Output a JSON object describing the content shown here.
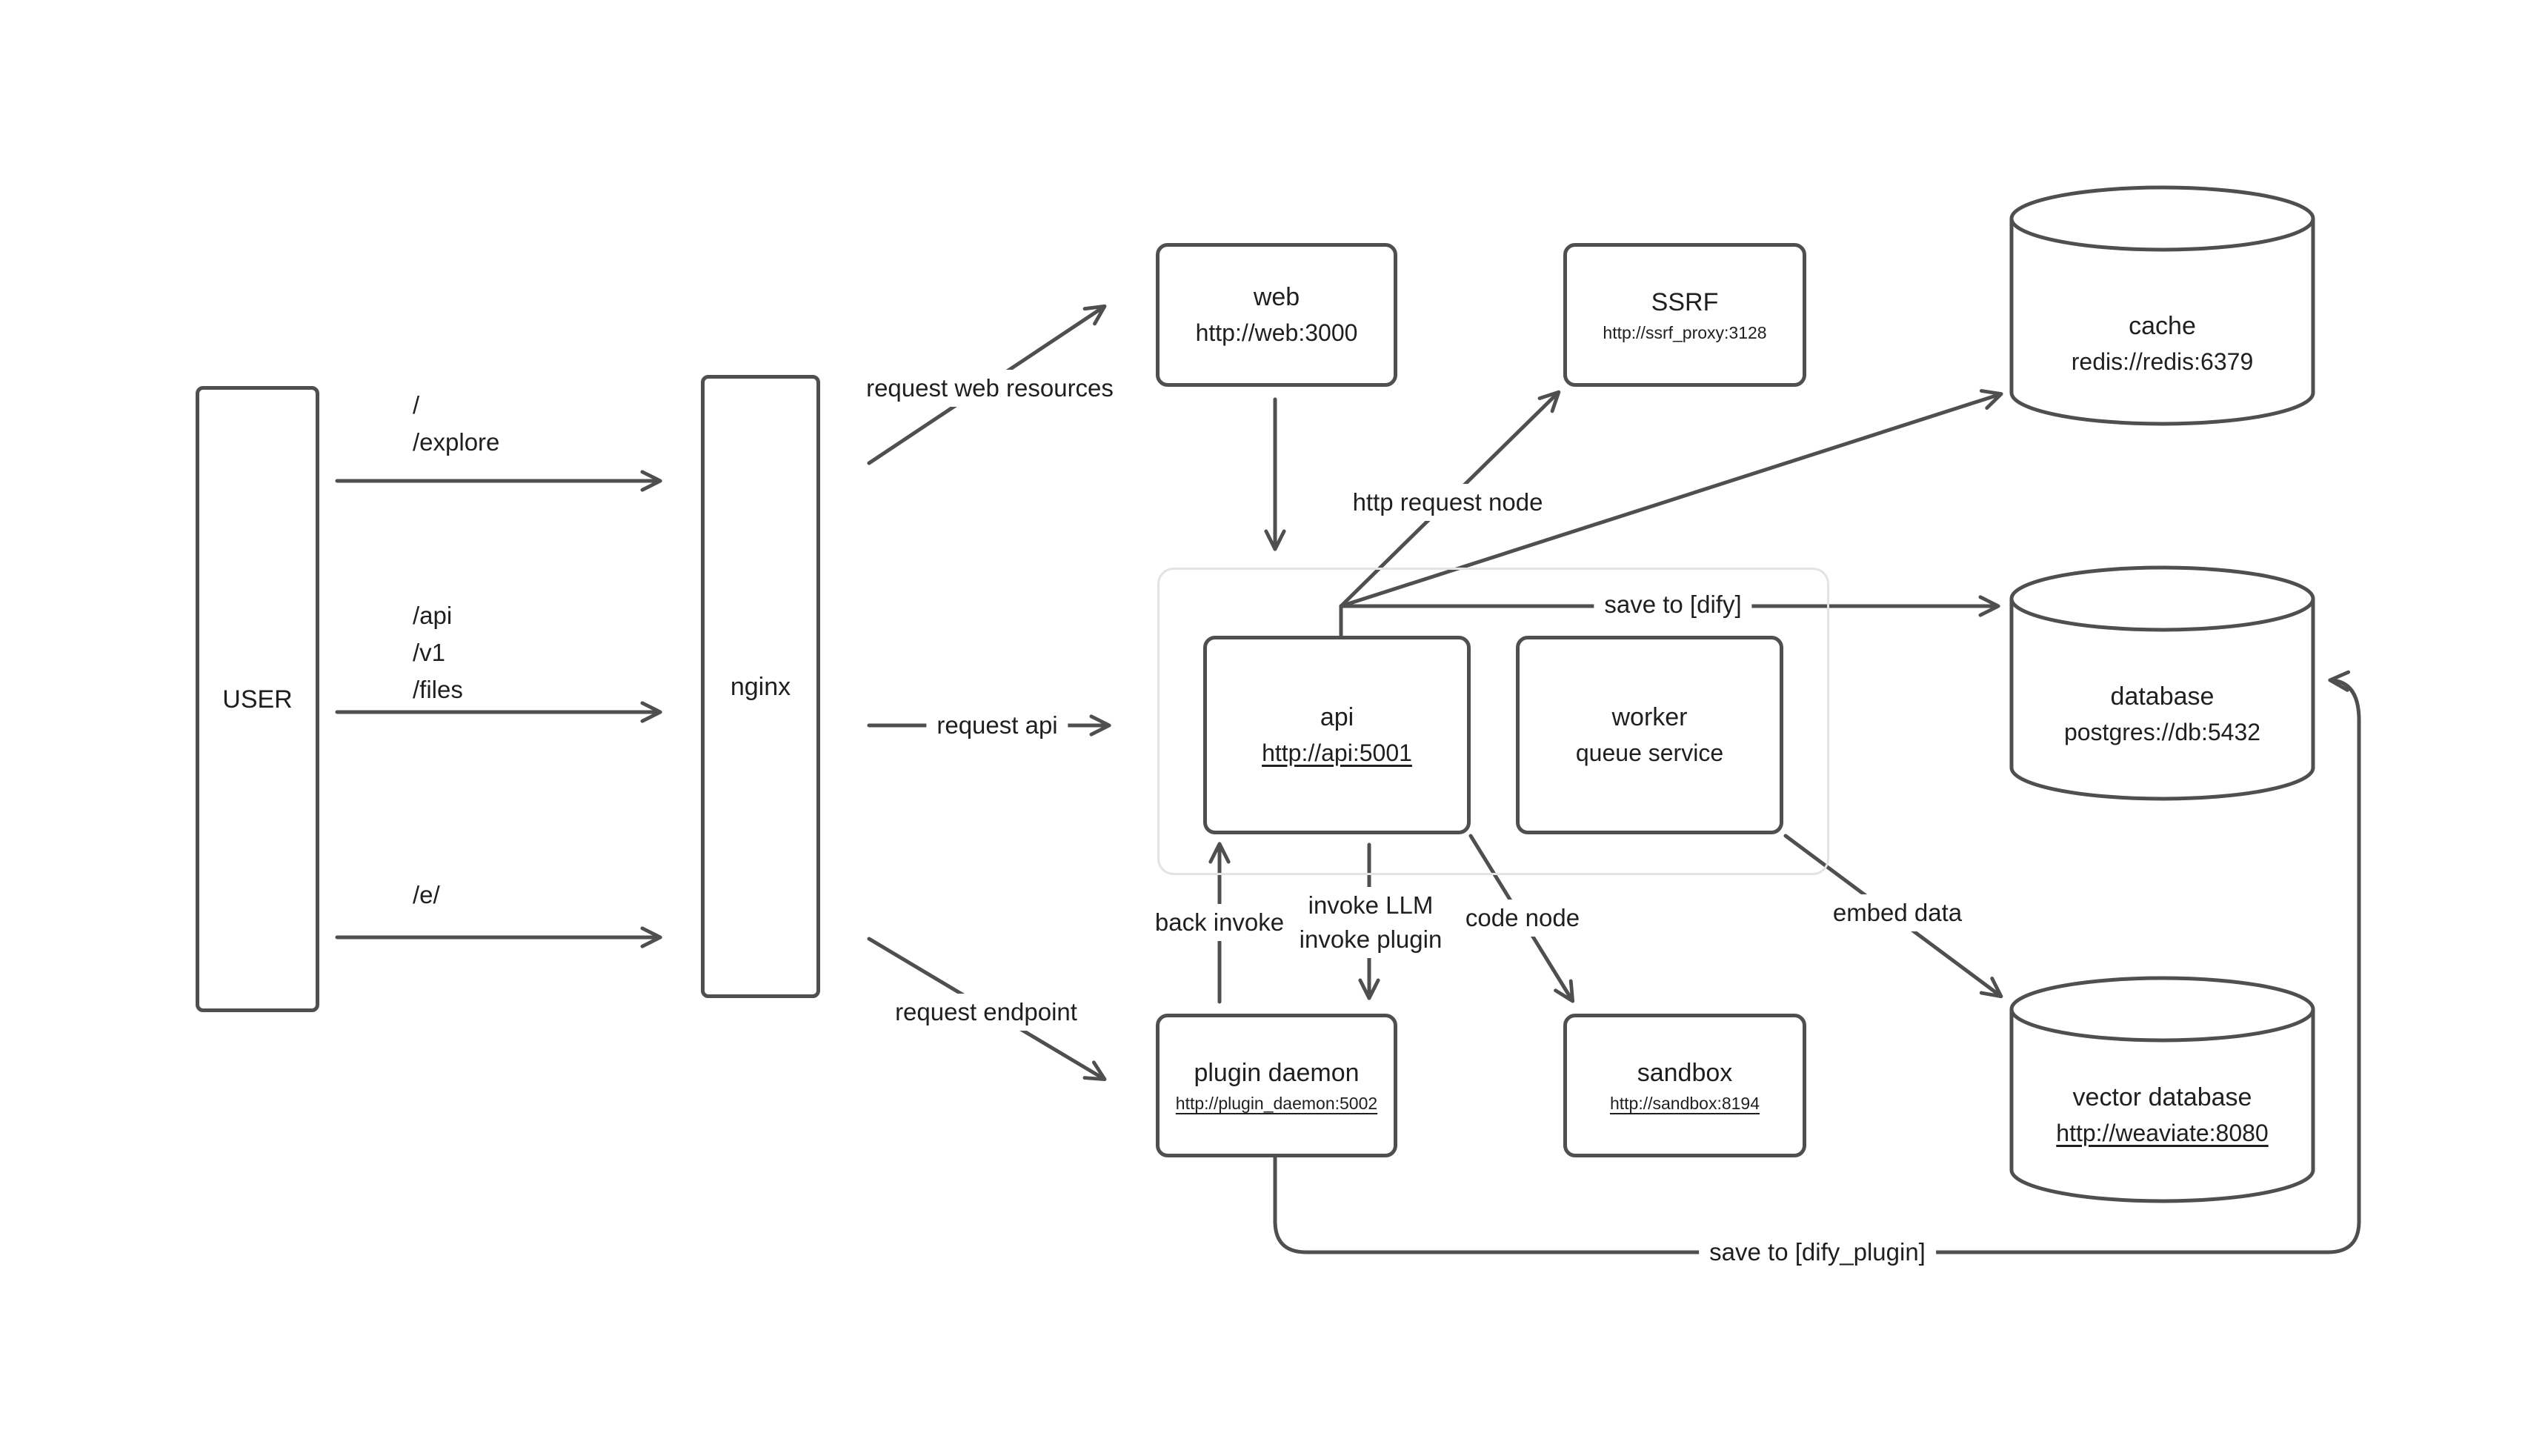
{
  "background": "#ffffff",
  "stroke_color": "#4f4f4f",
  "nodes": {
    "user": {
      "label": "USER"
    },
    "nginx": {
      "label": "nginx"
    },
    "web": {
      "title": "web",
      "subtitle": "http://web:3000"
    },
    "ssrf": {
      "title": "SSRF",
      "subtitle": "http://ssrf_proxy:3128"
    },
    "cache": {
      "title": "cache",
      "subtitle": "redis://redis:6379"
    },
    "database": {
      "title": "database",
      "subtitle": "postgres://db:5432"
    },
    "vector_database": {
      "title": "vector database",
      "subtitle": "http://weaviate:8080"
    },
    "api": {
      "title": "api",
      "subtitle": "http://api:5001"
    },
    "worker": {
      "title": "worker",
      "subtitle": "queue service"
    },
    "plugin_daemon": {
      "title": "plugin daemon",
      "subtitle": "http://plugin_daemon:5002"
    },
    "sandbox": {
      "title": "sandbox",
      "subtitle": "http://sandbox:8194"
    }
  },
  "edges": {
    "routes_web": [
      "/",
      "/explore"
    ],
    "routes_api": [
      "/api",
      "/v1",
      "/files"
    ],
    "routes_e": [
      "/e/"
    ],
    "request_web_resources": "request web resources",
    "request_api": "request api",
    "request_endpoint": "request endpoint",
    "http_request_node": "http request node",
    "save_to_dify": "save to [dify]",
    "invoke": [
      "invoke LLM",
      "invoke plugin"
    ],
    "back_invoke": "back invoke",
    "code_node": "code node",
    "embed_data": "embed data",
    "save_to_dify_plugin": "save to [dify_plugin]"
  }
}
